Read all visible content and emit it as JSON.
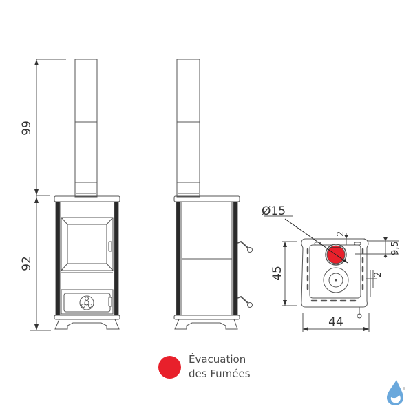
{
  "dimensions": {
    "flue_height": "99",
    "stove_height": "92",
    "depth": "45",
    "width": "44",
    "flue_diameter": "Ø15",
    "flue_offset_top": "2",
    "flue_offset_side": "9,5",
    "side_clearance": "2"
  },
  "legend": {
    "line1": "Évacuation",
    "line2": "des Fumées",
    "color": "#e8202b"
  },
  "colors": {
    "line": "#555555",
    "dark_panel": "#2a2a2a",
    "flue_fill": "#e8202b",
    "logo": "#6aa8dc"
  },
  "logo": {
    "icon": "water-drop-icon"
  }
}
